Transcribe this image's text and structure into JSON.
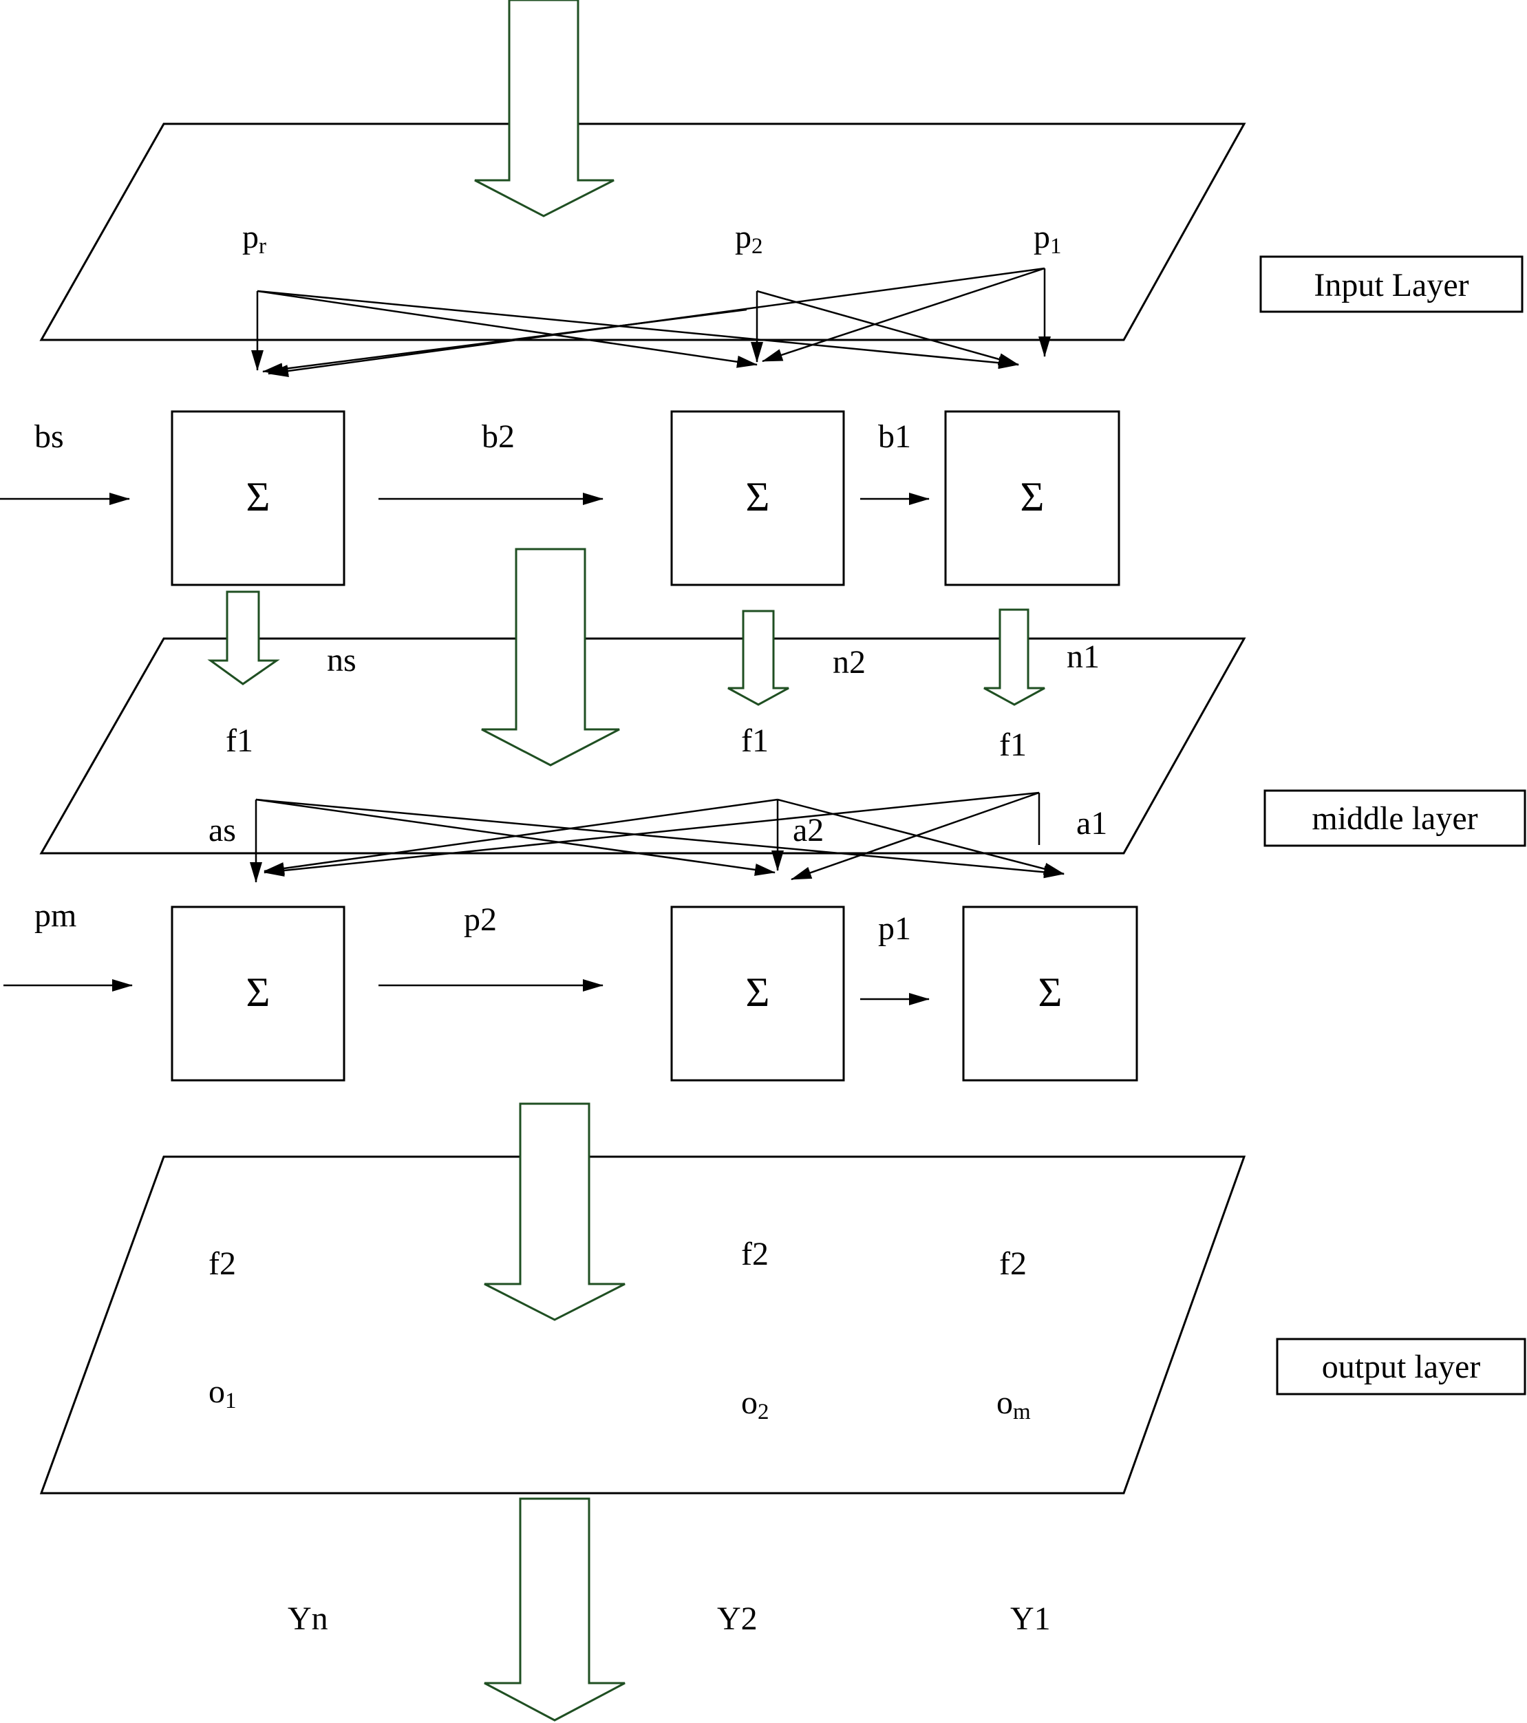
{
  "layers": {
    "input": "Input Layer",
    "middle": "middle layer",
    "output": "output layer"
  },
  "input_nodes": {
    "pr": {
      "base": "p",
      "sub": "r"
    },
    "p2": {
      "base": "p",
      "sub": "2"
    },
    "p1": {
      "base": "p",
      "sub": "1"
    }
  },
  "bias_row1": {
    "bs": "bs",
    "b2": "b2",
    "b1": "b1"
  },
  "sum_symbol": "Σ",
  "net_labels": {
    "ns": "ns",
    "n2": "n2",
    "n1": "n1"
  },
  "f1_labels": [
    "f1",
    "f1",
    "f1"
  ],
  "middle_nodes": {
    "as": "as",
    "a2": "a2",
    "a1": "a1"
  },
  "bias_row2": {
    "pm": "pm",
    "p2": "p2",
    "p1": "p1"
  },
  "f2_labels": [
    "f2",
    "f2",
    "f2"
  ],
  "output_nodes": {
    "o1": {
      "base": "o",
      "sub": "1"
    },
    "o2": {
      "base": "o",
      "sub": "2"
    },
    "om": {
      "base": "o",
      "sub": "m"
    }
  },
  "outputs": {
    "yn": "Yn",
    "y2": "Y2",
    "y1": "Y1"
  }
}
